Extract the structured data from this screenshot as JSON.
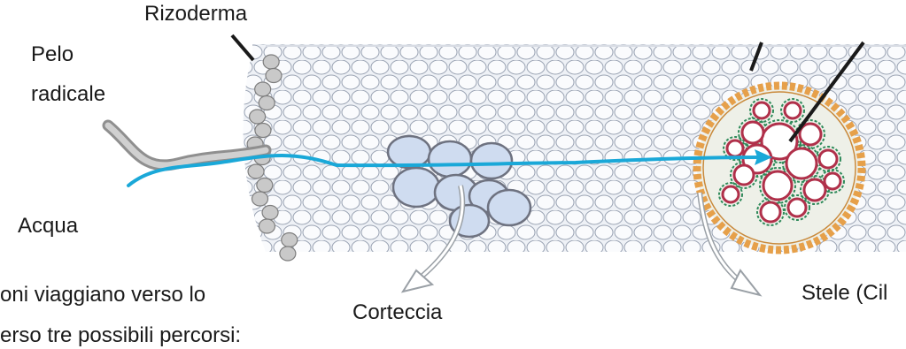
{
  "labels": {
    "rizoderma": "Rizoderma",
    "pelo_line1": "Pelo",
    "pelo_line2": "radicale",
    "acqua": "Acqua",
    "corteccia": "Corteccia",
    "stele": "Stele (Cil",
    "caption_line1": "oni viaggiano verso lo",
    "caption_line2": "erso tre possibili percorsi:"
  },
  "colors": {
    "water_path": "#1aa8d8",
    "epidermis": "#c9c9c9",
    "cortex_cell": "#ffffff",
    "endodermis": "#e6a04a",
    "xylem": "#b0304a",
    "phloem": "#2f8a5a",
    "highlight_cells": "#cfdcf0"
  }
}
